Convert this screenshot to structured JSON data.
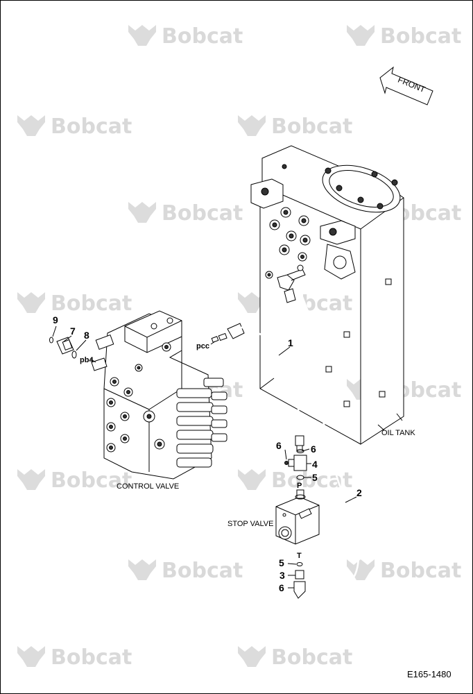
{
  "watermark": {
    "text": "Bobcat"
  },
  "front_arrow": {
    "label": "FRONT"
  },
  "components": {
    "oil_tank": "OIL TANK",
    "stop_valve": "STOP VALVE",
    "control_valve": "CONTROL VALVE"
  },
  "ports": {
    "pcc": "pcc",
    "pb4": "pb4",
    "p": "P",
    "t": "T"
  },
  "callouts": {
    "hose_1": "1",
    "hose_2": "2",
    "fitting_3": "3",
    "tee_4": "4",
    "oring_5a": "5",
    "oring_5b": "5",
    "oring_6a": "6",
    "oring_6b": "6",
    "oring_6c": "6",
    "adapter_7": "7",
    "oring_8": "8",
    "oring_9": "9"
  },
  "drawing_number": "E165-1480"
}
